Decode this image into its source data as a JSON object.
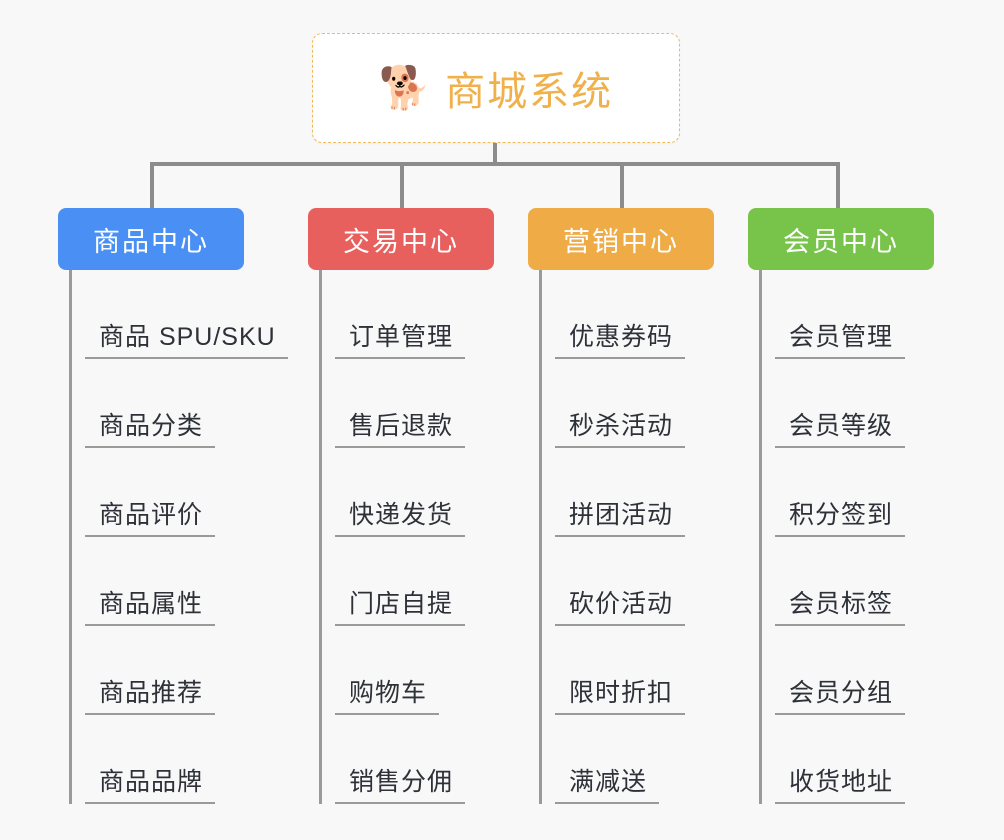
{
  "root": {
    "icon": "shiba-dog-face-emoji",
    "icon_glyph": "🐕",
    "title": "商城系统",
    "color": "#f0b04a",
    "border_color": "#f0b95a",
    "background": "#ffffff"
  },
  "canvas": {
    "background": "#f8f8f8",
    "connector_color": "#8c8c8c"
  },
  "branches": [
    {
      "label": "商品中心",
      "color": "#4a90f4",
      "items": [
        "商品 SPU/SKU",
        "商品分类",
        "商品评价",
        "商品属性",
        "商品推荐",
        "商品品牌"
      ]
    },
    {
      "label": "交易中心",
      "color": "#e8605e",
      "items": [
        "订单管理",
        "售后退款",
        "快递发货",
        "门店自提",
        "购物车",
        "销售分佣"
      ]
    },
    {
      "label": "营销中心",
      "color": "#eeab46",
      "items": [
        "优惠券码",
        "秒杀活动",
        "拼团活动",
        "砍价活动",
        "限时折扣",
        "满减送"
      ]
    },
    {
      "label": "会员中心",
      "color": "#78c44a",
      "items": [
        "会员管理",
        "会员等级",
        "积分签到",
        "会员标签",
        "会员分组",
        "收货地址"
      ]
    }
  ]
}
